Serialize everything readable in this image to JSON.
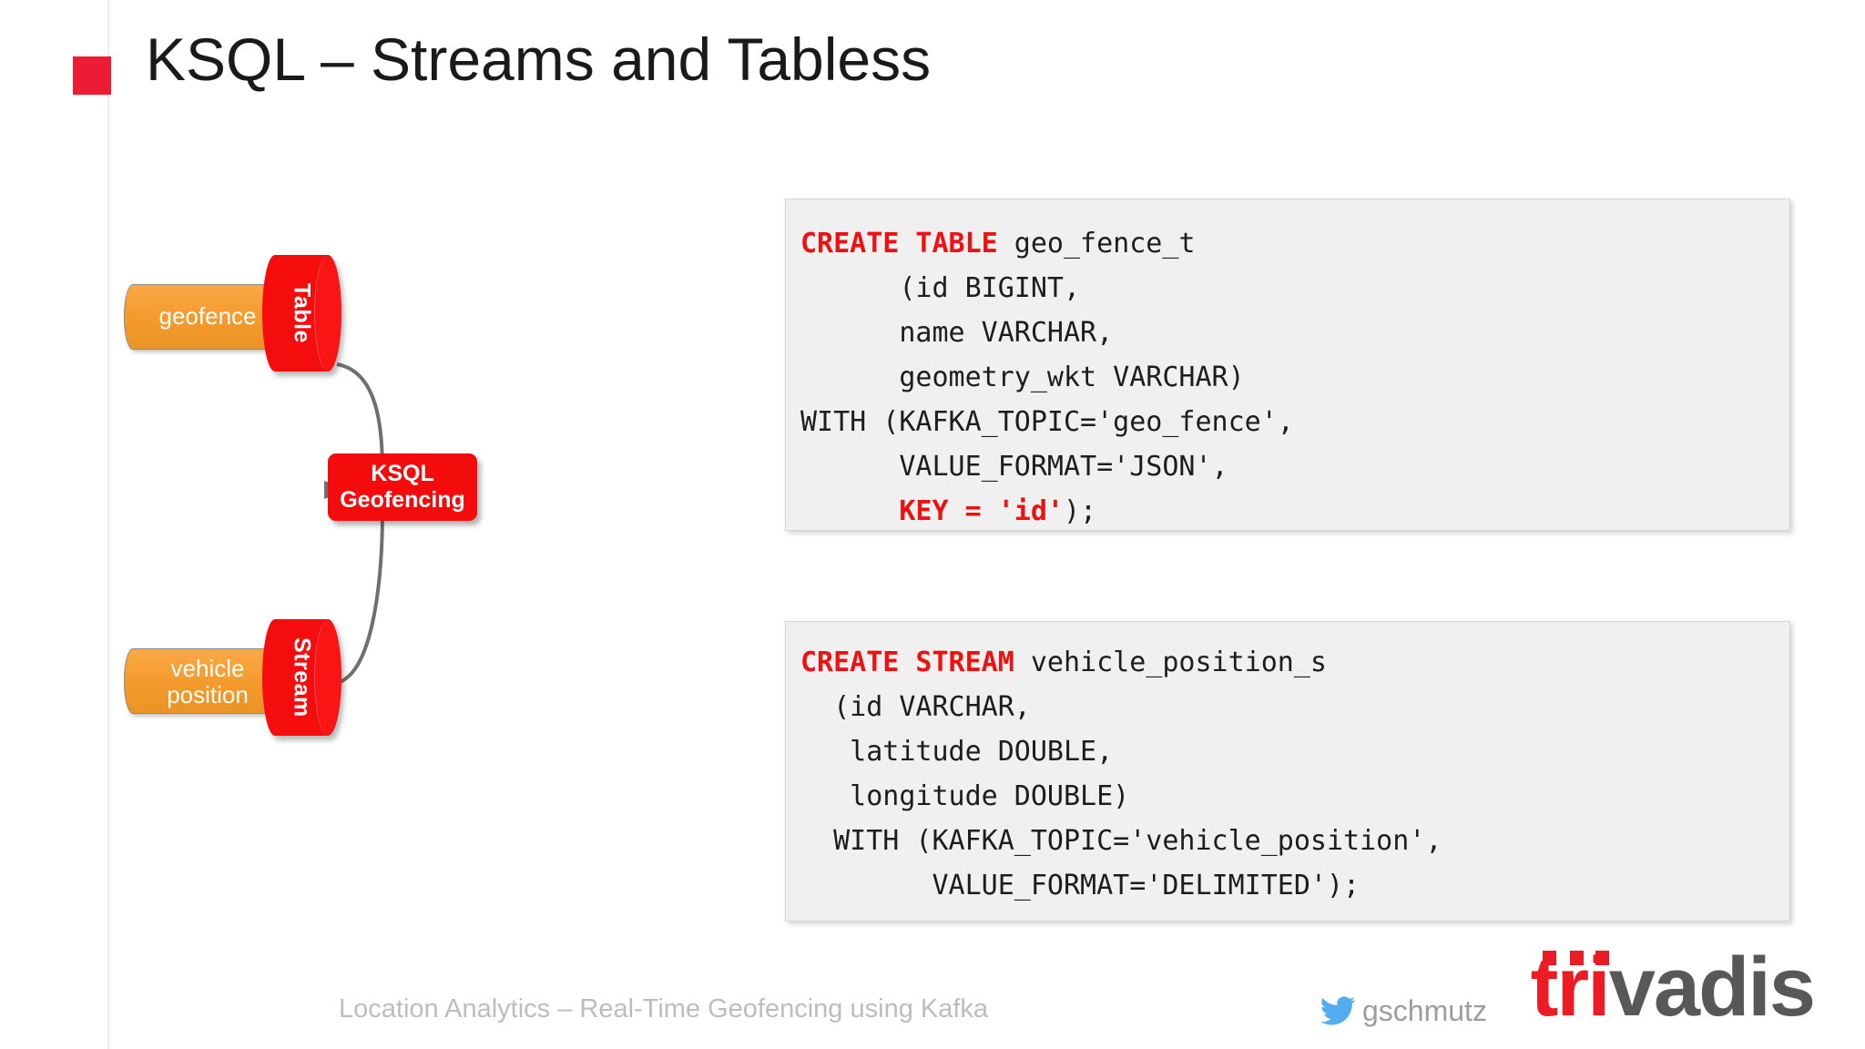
{
  "slide": {
    "title": "KSQL – Streams and Tabless",
    "bullet_color": "#ed1c35"
  },
  "diagram": {
    "nodes": [
      {
        "name": "geofence-source",
        "label": "geofence",
        "kind_label": "Table",
        "pill_color": "#f4a03a",
        "cylinder_color": "#f50c0c"
      },
      {
        "name": "vehicle-position-source",
        "label_line1": "vehicle",
        "label_line2": "position",
        "kind_label": "Stream",
        "pill_color": "#f4a03a",
        "cylinder_color": "#f50c0c"
      }
    ],
    "processor": {
      "line1": "KSQL",
      "line2": "Geofencing",
      "color": "#f40b0b"
    },
    "arrow_color": "#6f6f6f"
  },
  "code_blocks": [
    {
      "name": "create-table-geo-fence",
      "lines": [
        [
          {
            "t": "CREATE TABLE",
            "kw": true
          },
          {
            "t": " geo_fence_t",
            "kw": false
          }
        ],
        [
          {
            "t": "      (id BIGINT,",
            "kw": false
          }
        ],
        [
          {
            "t": "      name VARCHAR,",
            "kw": false
          }
        ],
        [
          {
            "t": "      geometry_wkt VARCHAR)",
            "kw": false
          }
        ],
        [
          {
            "t": "WITH (KAFKA_TOPIC='geo_fence',",
            "kw": false
          }
        ],
        [
          {
            "t": "      VALUE_FORMAT='JSON',",
            "kw": false
          }
        ],
        [
          {
            "t": "      ",
            "kw": false
          },
          {
            "t": "KEY = 'id'",
            "kw": true
          },
          {
            "t": ");",
            "kw": false
          }
        ]
      ]
    },
    {
      "name": "create-stream-vehicle-position",
      "lines": [
        [
          {
            "t": "CREATE STREAM",
            "kw": true
          },
          {
            "t": " vehicle_position_s",
            "kw": false
          }
        ],
        [
          {
            "t": "  (id VARCHAR,",
            "kw": false
          }
        ],
        [
          {
            "t": "   latitude DOUBLE,",
            "kw": false
          }
        ],
        [
          {
            "t": "   longitude DOUBLE)",
            "kw": false
          }
        ],
        [
          {
            "t": "  WITH (KAFKA_TOPIC='vehicle_position',",
            "kw": false
          }
        ],
        [
          {
            "t": "        VALUE_FORMAT='DELIMITED');",
            "kw": false
          }
        ]
      ]
    }
  ],
  "footer": {
    "caption": "Location Analytics – Real-Time Geofencing using Kafka",
    "twitter_handle": "gschmutz",
    "twitter_icon": "twitter-bird-icon",
    "logo_tri": "tri",
    "logo_vadis": "vadis",
    "logo_red": "#ec1c24",
    "logo_gray": "#58585a"
  }
}
